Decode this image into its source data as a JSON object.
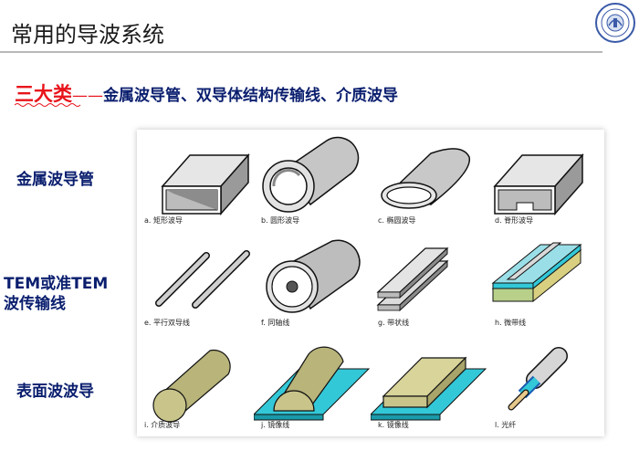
{
  "header": {
    "title": "常用的导波系统"
  },
  "subtitle": {
    "lead": "三大类",
    "dash": "——",
    "rest": "金属波导管、双导体结构传输线、介质波导"
  },
  "categories": [
    "金属波导管",
    "TEM或准TEM\n波传输线",
    "表面波波导"
  ],
  "captions": [
    "a. 矩形波导",
    "b. 圆形波导",
    "c. 椭圆波导",
    "d. 脊形波导",
    "e. 平行双导线",
    "f. 同轴线",
    "g. 带状线",
    "h. 微带线",
    "i. 介质波导",
    "j. 镜像线",
    "k.  镜像线",
    "l.  光纤"
  ],
  "colors": {
    "title_text": "#1a1a1a",
    "category_text": "#0a1e6e",
    "accent_red": "#e8141b",
    "dielectric_cyan": "#33c8d8",
    "dielectric_rod": "#c8c48a",
    "metal_grey": "#bdbdbd"
  }
}
